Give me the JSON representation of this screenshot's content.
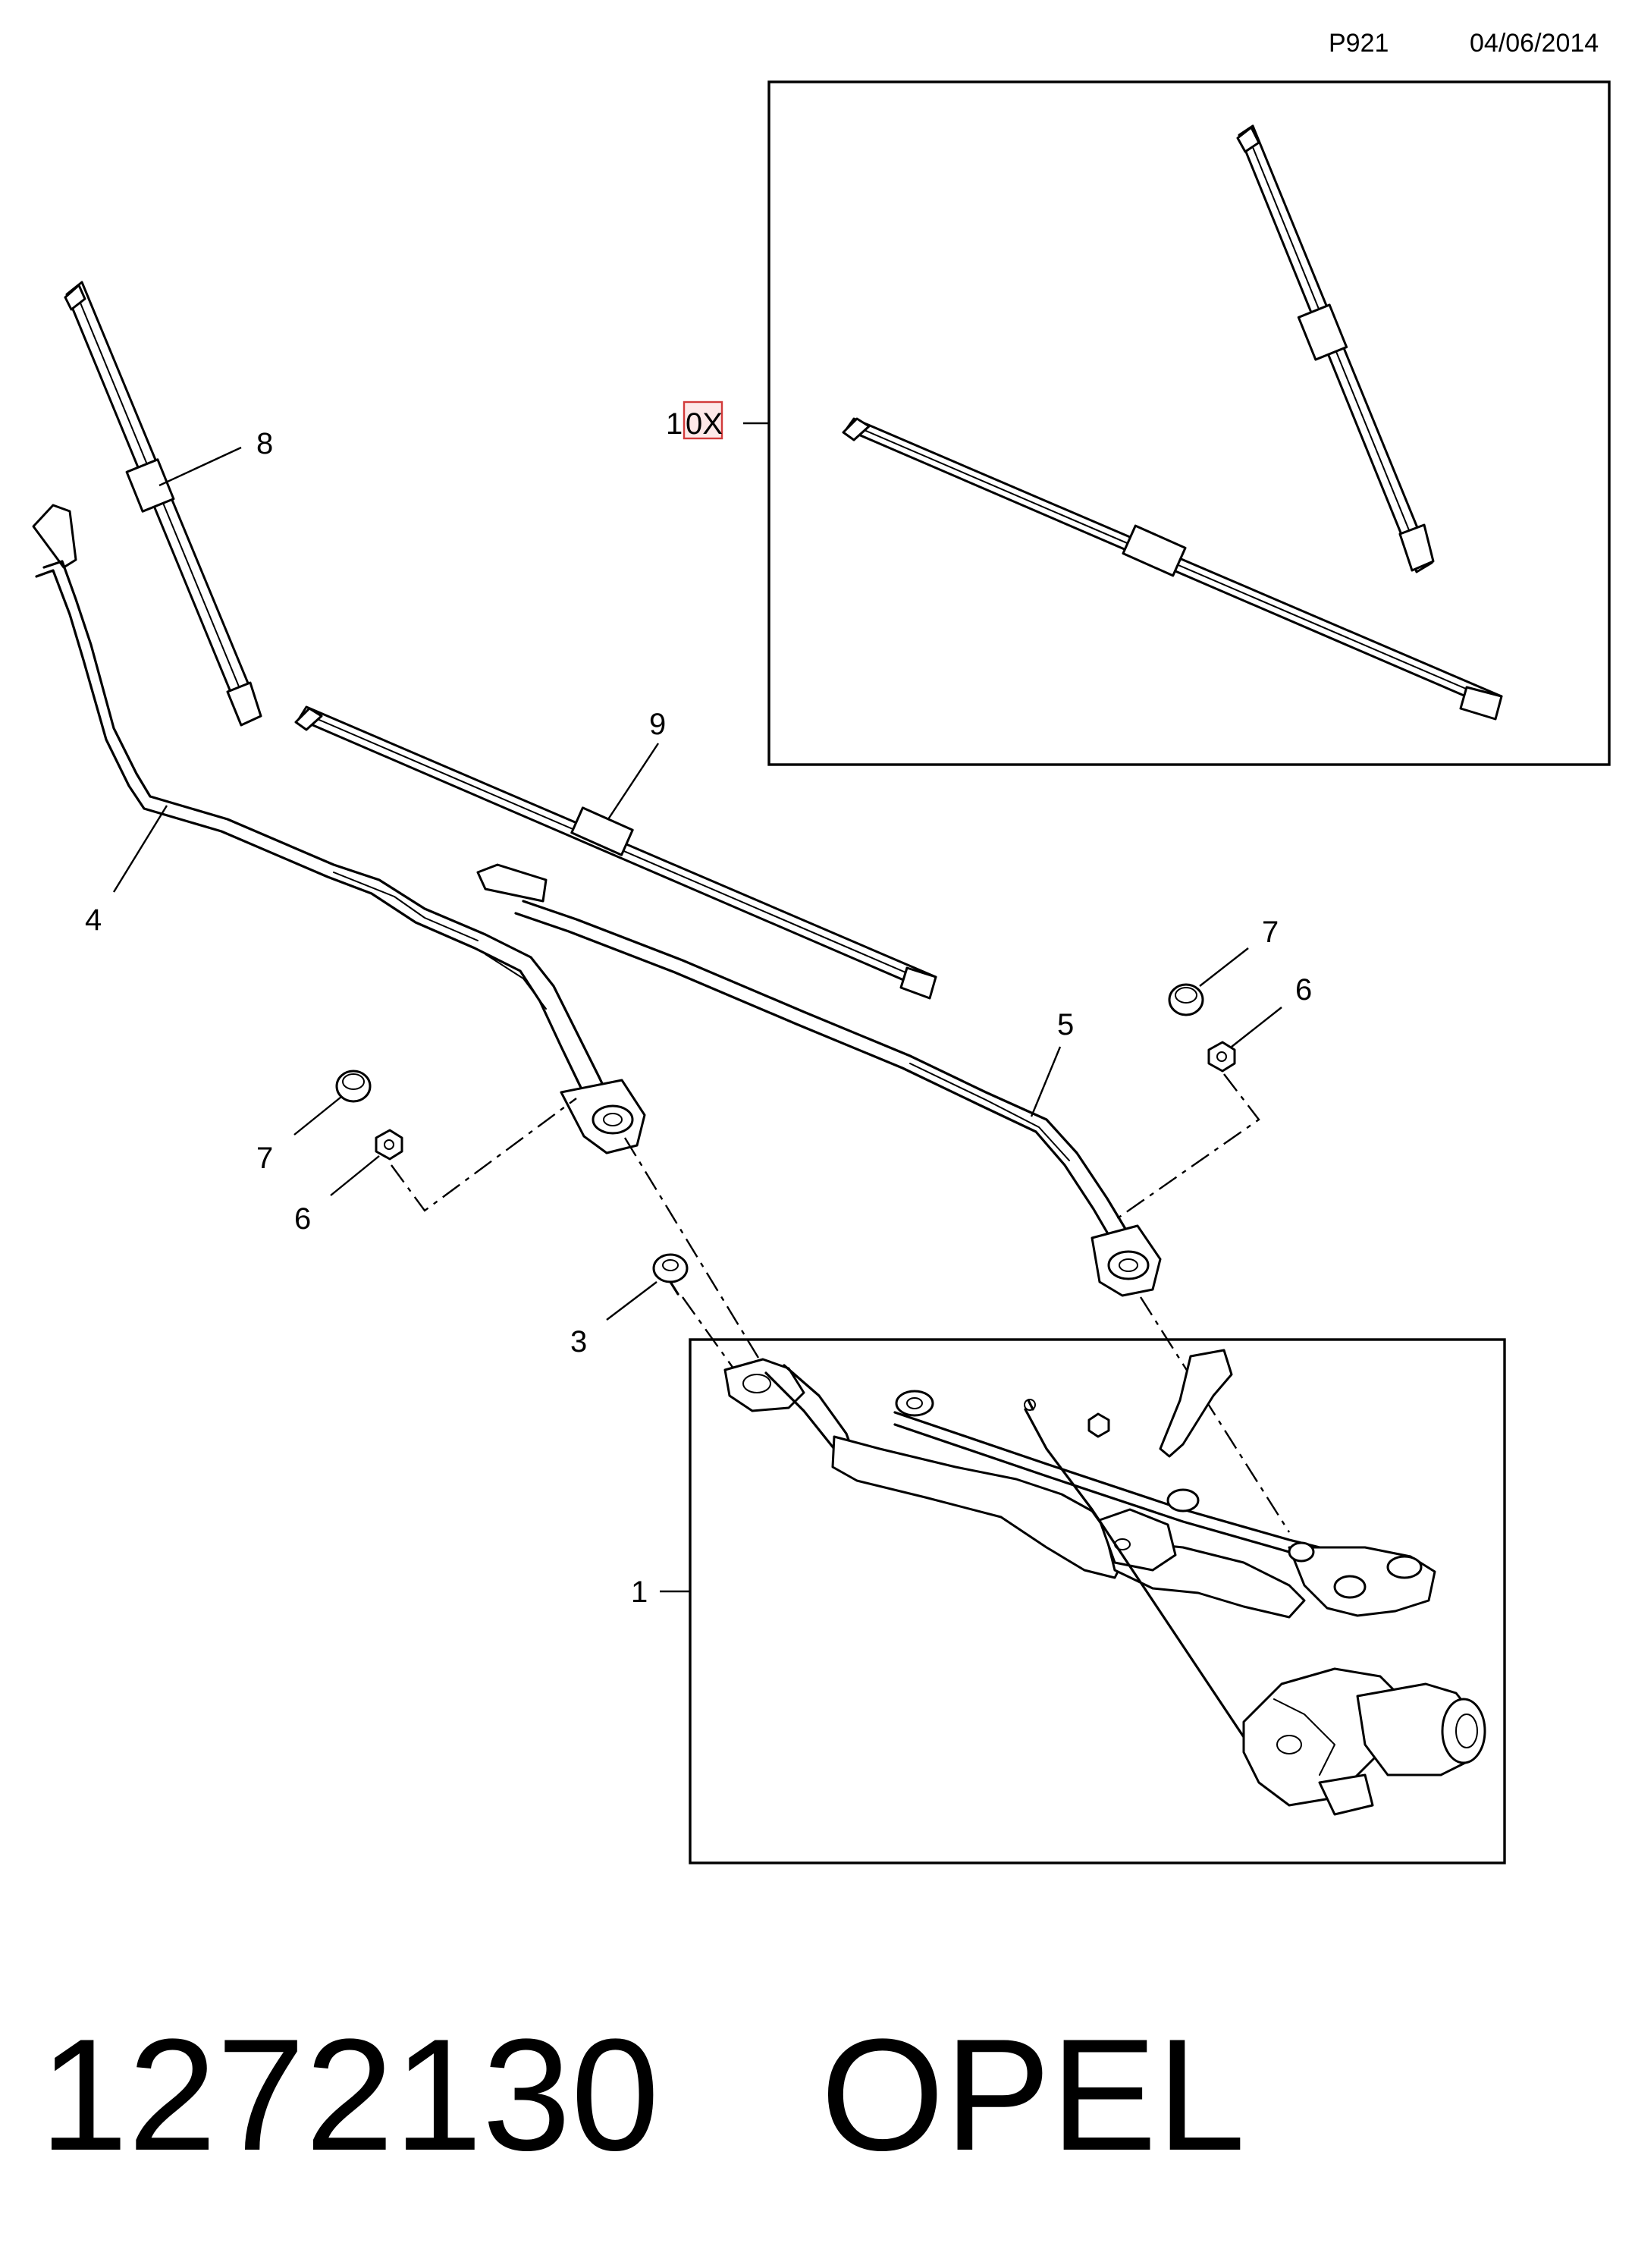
{
  "header": {
    "page_code": "P921",
    "date": "04/06/2014"
  },
  "callouts": {
    "c1": "1",
    "c3": "3",
    "c4": "4",
    "c5": "5",
    "c6_left": "6",
    "c6_right": "6",
    "c7_left": "7",
    "c7_right": "7",
    "c8": "8",
    "c9": "9",
    "c10_prefix": "1",
    "c10_highlight": "0X"
  },
  "footer": {
    "part_number": "1272130",
    "brand": "OPEL"
  },
  "colors": {
    "highlight_border": "#d23a3a",
    "highlight_fill": "#fde8e8"
  }
}
